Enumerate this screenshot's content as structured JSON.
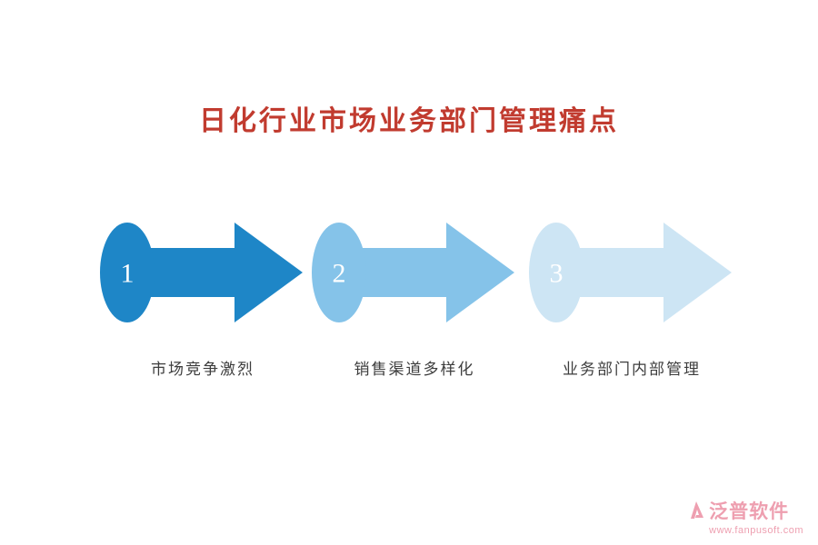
{
  "title": "日化行业市场业务部门管理痛点",
  "steps": [
    {
      "number": "1",
      "label": "市场竞争激烈",
      "arrow_color": "#1e86c7"
    },
    {
      "number": "2",
      "label": "销售渠道多样化",
      "arrow_color": "#85c3e9"
    },
    {
      "number": "3",
      "label": "业务部门内部管理",
      "arrow_color": "#cde5f4"
    }
  ],
  "colors": {
    "title": "#c13b2f",
    "label": "#3d3d3d",
    "brand": "#ee9fb0"
  },
  "footer": {
    "brand": "泛普软件",
    "url": "www.fanpusoft.com"
  }
}
